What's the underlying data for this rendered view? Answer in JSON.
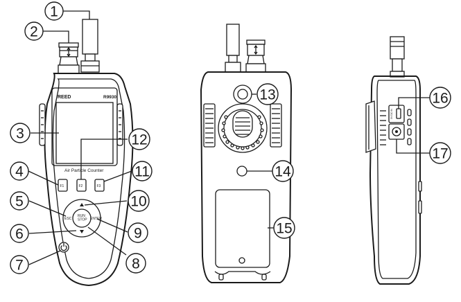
{
  "device": {
    "brand": "REED",
    "model": "R9930",
    "screen_caption": "Air Particle Counter"
  },
  "keys": {
    "f1": "F1",
    "f2": "F2",
    "f3": "F3",
    "esc": "ESC",
    "enter": "ENTER",
    "run_stop": "RUN\nSTOP"
  },
  "side_port_label": "5V DC IN",
  "callouts": [
    {
      "n": "1"
    },
    {
      "n": "2"
    },
    {
      "n": "3"
    },
    {
      "n": "4"
    },
    {
      "n": "5"
    },
    {
      "n": "6"
    },
    {
      "n": "7"
    },
    {
      "n": "8"
    },
    {
      "n": "9"
    },
    {
      "n": "10"
    },
    {
      "n": "11"
    },
    {
      "n": "12"
    },
    {
      "n": "13"
    },
    {
      "n": "14"
    },
    {
      "n": "15"
    },
    {
      "n": "16"
    },
    {
      "n": "17"
    }
  ]
}
